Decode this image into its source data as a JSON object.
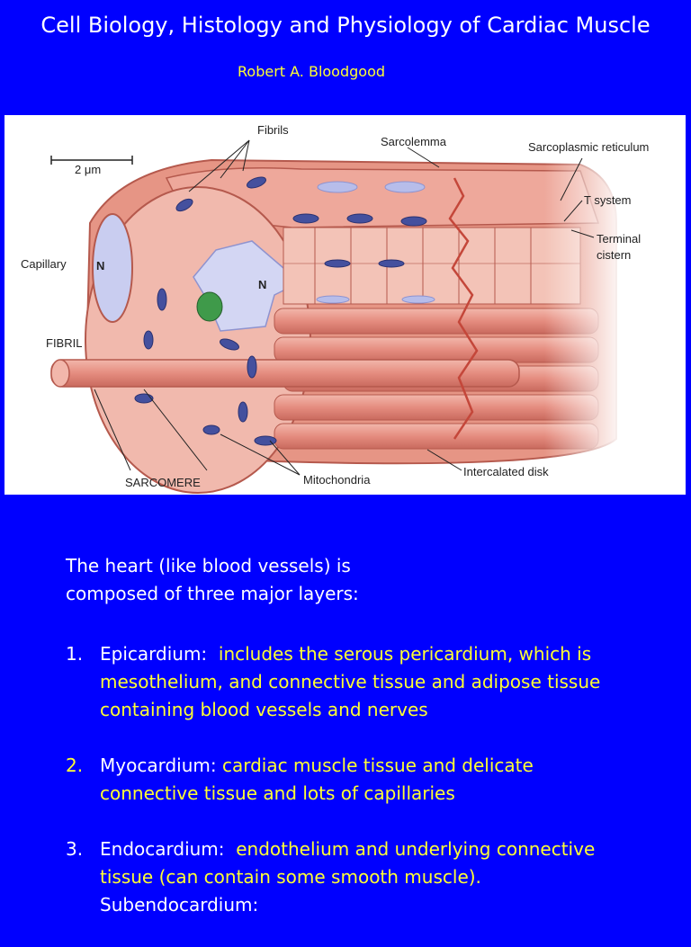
{
  "slide": {
    "title": "Cell Biology, Histology and Physiology of Cardiac Muscle",
    "author": "Robert A. Bloodgood"
  },
  "figure": {
    "labels": {
      "fibrils": "Fibrils",
      "sarcolemma": "Sarcolemma",
      "sarcoplasmic_reticulum": "Sarcoplasmic reticulum",
      "scale": "2 μm",
      "t_system": "T system",
      "terminal": "Terminal",
      "cistern": "cistern",
      "capillary": "Capillary",
      "n1": "N",
      "n2": "N",
      "fibril": "FIBRIL",
      "sarcomere": "SARCOMERE",
      "mitochondria": "Mitochondria",
      "intercalated_disk": "Intercalated disk"
    }
  },
  "text": {
    "intro_line1": "The heart (like blood vessels) is",
    "intro_line2": "composed of three major layers:",
    "items": [
      {
        "num": "1.",
        "term": "Epicardium: ",
        "lines": [
          "includes the serous pericardium, which is",
          "mesothelium, and connective tissue and adipose tissue",
          "containing blood vessels and nerves"
        ]
      },
      {
        "num": "2.",
        "term": "Myocardium: ",
        "lines": [
          "cardiac muscle tissue and delicate",
          "connective tissue and lots of capillaries"
        ]
      },
      {
        "num": "3.",
        "term": "Endocardium: ",
        "lines": [
          "endothelium and underlying connective",
          "tissue (can contain some smooth muscle)."
        ],
        "extra": "Subendocardium:"
      }
    ]
  }
}
